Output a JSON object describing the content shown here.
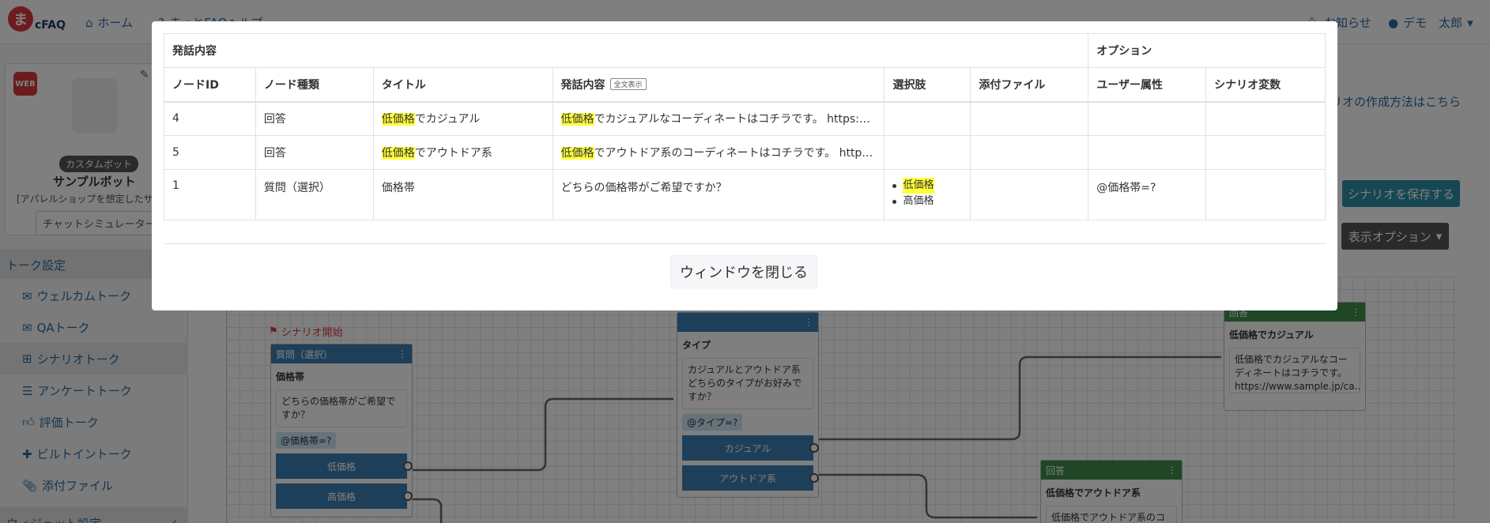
{
  "header": {
    "logo_mark": "ま",
    "logo_text": "cFAQ",
    "nav": [
      {
        "label": "ホーム",
        "icon": "home-icon"
      },
      {
        "label": "まっとFAQヘルプ",
        "icon": "help-icon"
      }
    ],
    "notifications_label": "お知らせ",
    "user_label": "デモ　太郎"
  },
  "sidebar": {
    "bot_badge": "WEB",
    "bot_type": "カスタムボット",
    "bot_name": "サンプルボット",
    "bot_desc": "[アパレルショップを想定したサンプル",
    "simulator_label": "チャットシミュレーター",
    "section_talk": "トーク設定",
    "items": [
      {
        "label": "ウェルカムトーク",
        "icon": "hi-chat-icon"
      },
      {
        "label": "QAトーク",
        "icon": "qa-chat-icon"
      },
      {
        "label": "シナリオトーク",
        "icon": "sitemap-icon"
      },
      {
        "label": "アンケートトーク",
        "icon": "list-icon"
      },
      {
        "label": "評価トーク",
        "icon": "thumbs-up-icon"
      },
      {
        "label": "ビルトイントーク",
        "icon": "puzzle-icon"
      },
      {
        "label": "添付ファイル",
        "icon": "paperclip-icon"
      }
    ],
    "section_widget": "ウィジェット設定"
  },
  "main": {
    "howto_link": "リオの作成方法はこちら",
    "save_label": "シナリオを保存する",
    "display_options_label": "表示オプション",
    "start_label": "シナリオ開始",
    "nodes": {
      "q1": {
        "head": "質問（選択）",
        "title": "価格帯",
        "body": "どちらの価格帯がご希望ですか？",
        "tag": "@価格帯=?",
        "choices": [
          "低価格",
          "高価格"
        ]
      },
      "q2": {
        "title": "タイプ",
        "body": "カジュアルとアウトドア系どちらのタイプがお好みですか？",
        "tag": "@タイプ=?",
        "choices": [
          "カジュアル",
          "アウトドア系"
        ]
      },
      "a1": {
        "head": "回答",
        "title": "低価格でカジュアル",
        "body": "低価格でカジュアルなコーディネートはコチラです。https://www.sample.jp/ca…"
      },
      "a2": {
        "head": "回答",
        "title": "低価格でアウトドア系",
        "body": "低価格でアウトドア系のコーデ"
      }
    }
  },
  "modal": {
    "group_headers": {
      "content": "発話内容",
      "options": "オプション"
    },
    "columns": {
      "node_id": "ノードID",
      "node_type": "ノード種類",
      "title": "タイトル",
      "content": "発話内容",
      "full_text_button": "全文表示",
      "choices": "選択肢",
      "attachments": "添付ファイル",
      "user_attr": "ユーザー属性",
      "scenario_var": "シナリオ変数"
    },
    "rows": [
      {
        "id": "4",
        "type": "回答",
        "title_hl": "低価格",
        "title_rest": "でカジュアル",
        "content_hl": "低価格",
        "content_rest": "でカジュアルなコーディネートはコチラです。 https:…",
        "choices": [],
        "attach": "",
        "user_attr": "",
        "var": ""
      },
      {
        "id": "5",
        "type": "回答",
        "title_hl": "低価格",
        "title_rest": "でアウトドア系",
        "content_hl": "低価格",
        "content_rest": "でアウトドア系のコーディネートはコチラです。 http…",
        "choices": [],
        "attach": "",
        "user_attr": "",
        "var": ""
      },
      {
        "id": "1",
        "type": "質問（選択）",
        "title_hl": "",
        "title_rest": "価格帯",
        "content_hl": "",
        "content_rest": "どちらの価格帯がご希望ですか？",
        "choices": [
          {
            "label": "低価格",
            "highlight": true
          },
          {
            "label": "高価格",
            "highlight": false
          }
        ],
        "attach": "",
        "user_attr": "@価格帯=?",
        "var": ""
      }
    ],
    "close_label": "ウィンドウを閉じる"
  }
}
